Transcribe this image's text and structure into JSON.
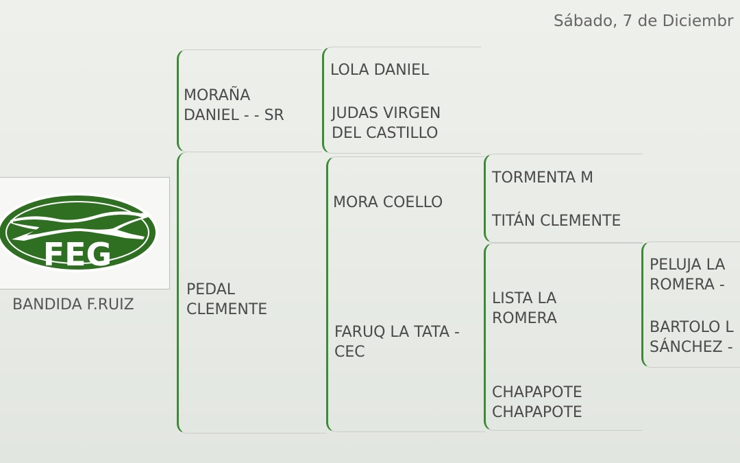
{
  "header": {
    "date": "Sábado, 7 de Diciembr"
  },
  "logo": {
    "text": "FEG",
    "colors": {
      "green": "#2f6f22",
      "dark_green": "#1f5417"
    }
  },
  "dog": {
    "name": "BANDIDA F.RUIZ"
  },
  "pedigree": {
    "gen1": {
      "dam": {
        "line1": "MORAÑA",
        "line2": "DANIEL - - SR"
      },
      "sire": {
        "line1": "PEDAL",
        "line2": "CLEMENTE"
      }
    },
    "gen2": {
      "dam_dam": {
        "line1": "LOLA DANIEL"
      },
      "dam_sire": {
        "line1": "JUDAS VIRGEN",
        "line2": "DEL CASTILLO"
      },
      "sire_dam": {
        "line1": "MORA COELLO"
      },
      "sire_sire": {
        "line1": "FARUQ LA TATA -",
        "line2": "CEC"
      }
    },
    "gen3": {
      "a": {
        "line1": "TORMENTA M"
      },
      "b": {
        "line1": "TITÁN CLEMENTE"
      },
      "c": {
        "line1": "LISTA LA",
        "line2": "ROMERA"
      },
      "d": {
        "line1": "CHAPAPOTE",
        "line2": "CHAPAPOTE"
      }
    },
    "gen4": {
      "a": {
        "line1": "PELUJA LA",
        "line2": "ROMERA -"
      },
      "b": {
        "line1": "BARTOLO L",
        "line2": "SÁNCHEZ -"
      }
    }
  },
  "accent_color": "#3c8a35"
}
